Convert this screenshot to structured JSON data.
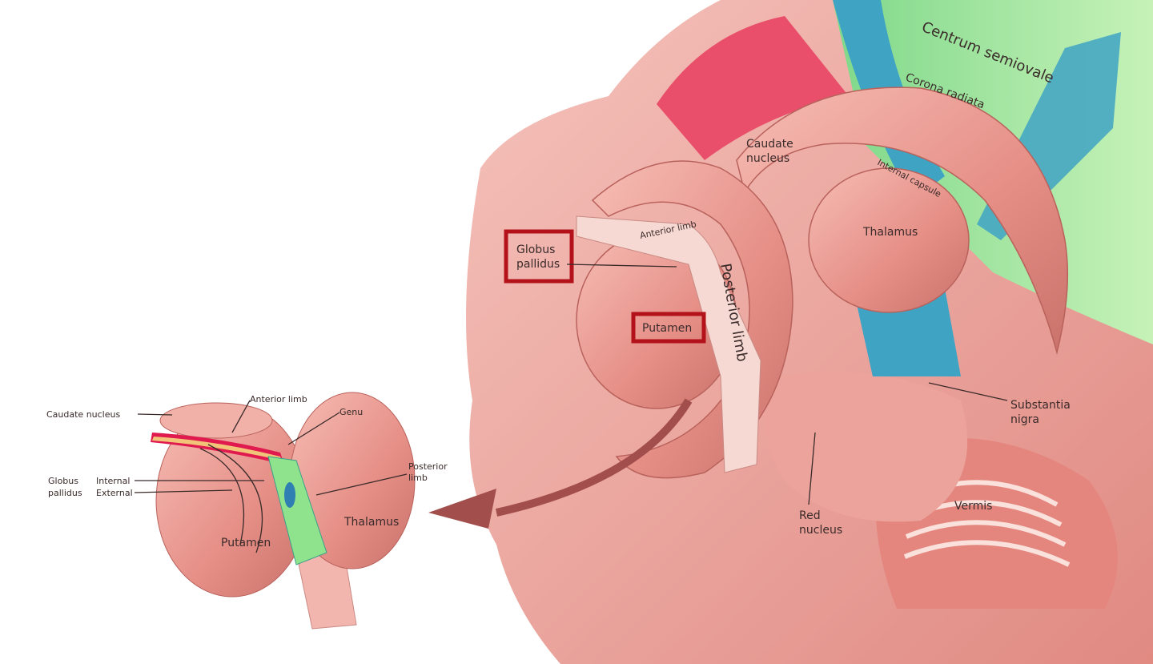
{
  "labels": {
    "centrum_semiovale": "Centrum semiovale",
    "corona_radiata": "Corona radiata",
    "caudate_nucleus_main_1": "Caudate",
    "caudate_nucleus_main_2": "nucleus",
    "internal_capsule": "Internal capsule",
    "thalamus_main": "Thalamus",
    "anterior_limb_main": "Anterior limb",
    "posterior_limb_main": "Posterior limb",
    "globus_pallidus_main_1": "Globus",
    "globus_pallidus_main_2": "pallidus",
    "putamen_main": "Putamen",
    "substantia_nigra_1": "Substantia",
    "substantia_nigra_2": "nigra",
    "red_nucleus_1": "Red",
    "red_nucleus_2": "nucleus",
    "vermis": "Vermis",
    "inset_caudate_nucleus": "Caudate nucleus",
    "inset_anterior_limb": "Anterior limb",
    "inset_genu": "Genu",
    "inset_posterior_limb_1": "Posterior",
    "inset_posterior_limb_2": "limb",
    "inset_globus_1": "Globus",
    "inset_globus_2": "pallidus",
    "inset_internal": "Internal",
    "inset_external": "External",
    "inset_thalamus": "Thalamus",
    "inset_putamen": "Putamen"
  },
  "colors": {
    "tissue": "#e8928a",
    "tissue_light": "#f2b6ae",
    "tissue_dark": "#c86f68",
    "fibers_green": "#9fe39a",
    "fibers_blue": "#3fa3c4",
    "fibers_red": "#e94f6a",
    "highlight_box": "#b3121a"
  }
}
